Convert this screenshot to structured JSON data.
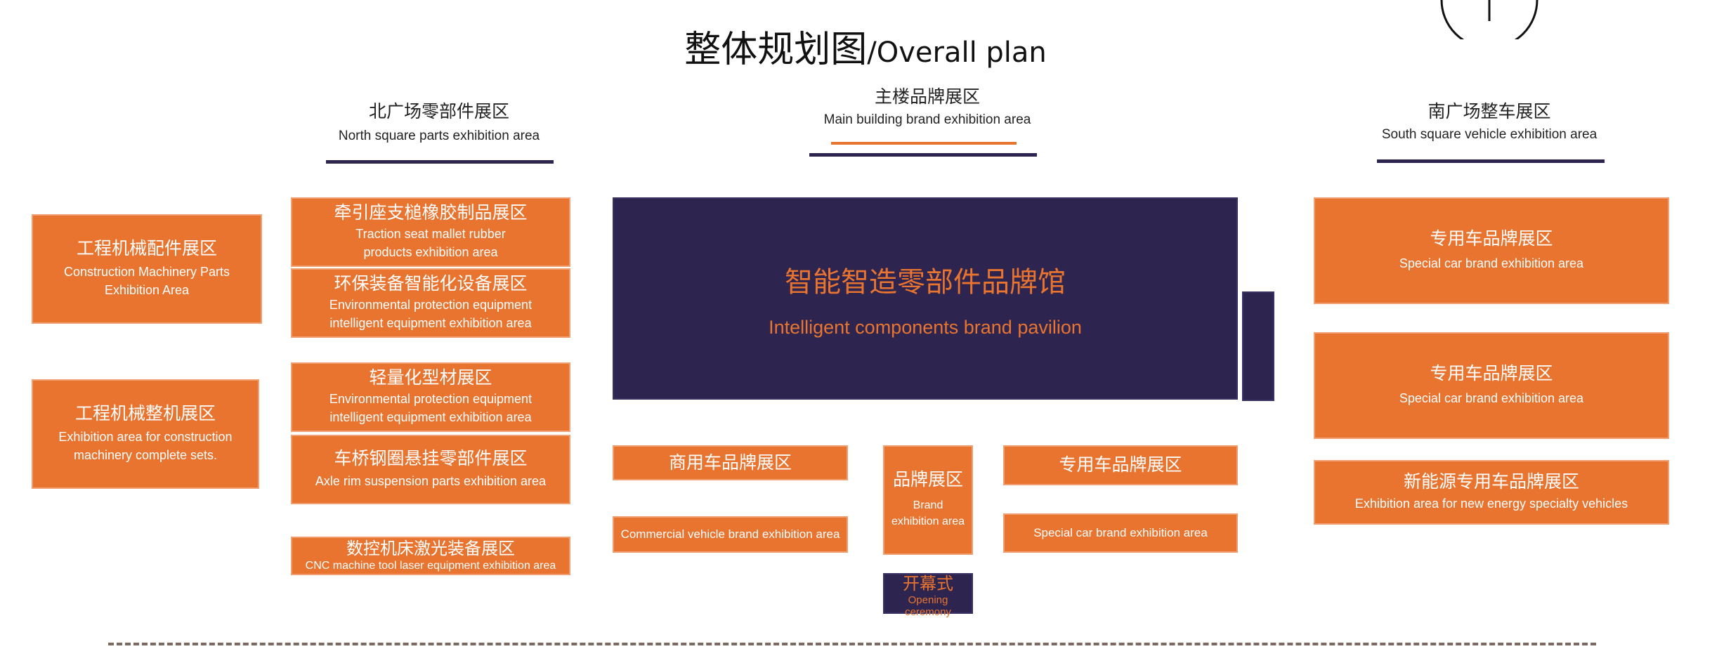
{
  "title": {
    "zh": "整体规划图",
    "en": "/Overall plan"
  },
  "headers": {
    "north": {
      "zh": "北广场零部件展区",
      "en": "North square parts exhibition area"
    },
    "main": {
      "zh": "主楼品牌展区",
      "en": "Main building brand exhibition area"
    },
    "south": {
      "zh": "南广场整车展区",
      "en": "South square vehicle exhibition area"
    }
  },
  "left_zones": [
    {
      "zh": "工程机械配件展区",
      "en": "Construction Machinery Parts Exhibition Area"
    },
    {
      "zh": "工程机械整机展区",
      "en": "Exhibition area for construction machinery complete sets."
    }
  ],
  "north_zones": [
    {
      "zh": "牵引座支槌橡胶制品展区",
      "en": "Traction seat mallet rubber products exhibition area"
    },
    {
      "zh": "环保装备智能化设备展区",
      "en": "Environmental protection equipment intelligent equipment exhibition area"
    },
    {
      "zh": "轻量化型材展区",
      "en": "Environmental protection equipment intelligent equipment exhibition area"
    },
    {
      "zh": "车桥钢圈悬挂零部件展区",
      "en": "Axle rim suspension parts exhibition area"
    },
    {
      "zh": "数控机床激光装备展区",
      "en": "CNC machine tool laser equipment exhibition area"
    }
  ],
  "pavilion": {
    "zh": "智能智造零部件品牌馆",
    "en": "Intelligent components brand pavilion"
  },
  "center_zones": {
    "commercial_zh": "商用车品牌展区",
    "commercial_en": "Commercial vehicle brand exhibition area",
    "brand_zh": "品牌展区",
    "brand_en": "Brand exhibition area",
    "special_zh": "专用车品牌展区",
    "special_en": "Special car brand exhibition area",
    "opening_zh": "开幕式",
    "opening_en": "Opening ceremony"
  },
  "south_zones": [
    {
      "zh": "专用车品牌展区",
      "en": "Special car brand exhibition area"
    },
    {
      "zh": "专用车品牌展区",
      "en": "Special car brand exhibition area"
    },
    {
      "zh": "新能源专用车品牌展区",
      "en": "Exhibition area for new energy specialty vehicles"
    }
  ],
  "colors": {
    "orange": "#E8742F",
    "navy": "#2D2550",
    "dash": "#7a6a60"
  }
}
